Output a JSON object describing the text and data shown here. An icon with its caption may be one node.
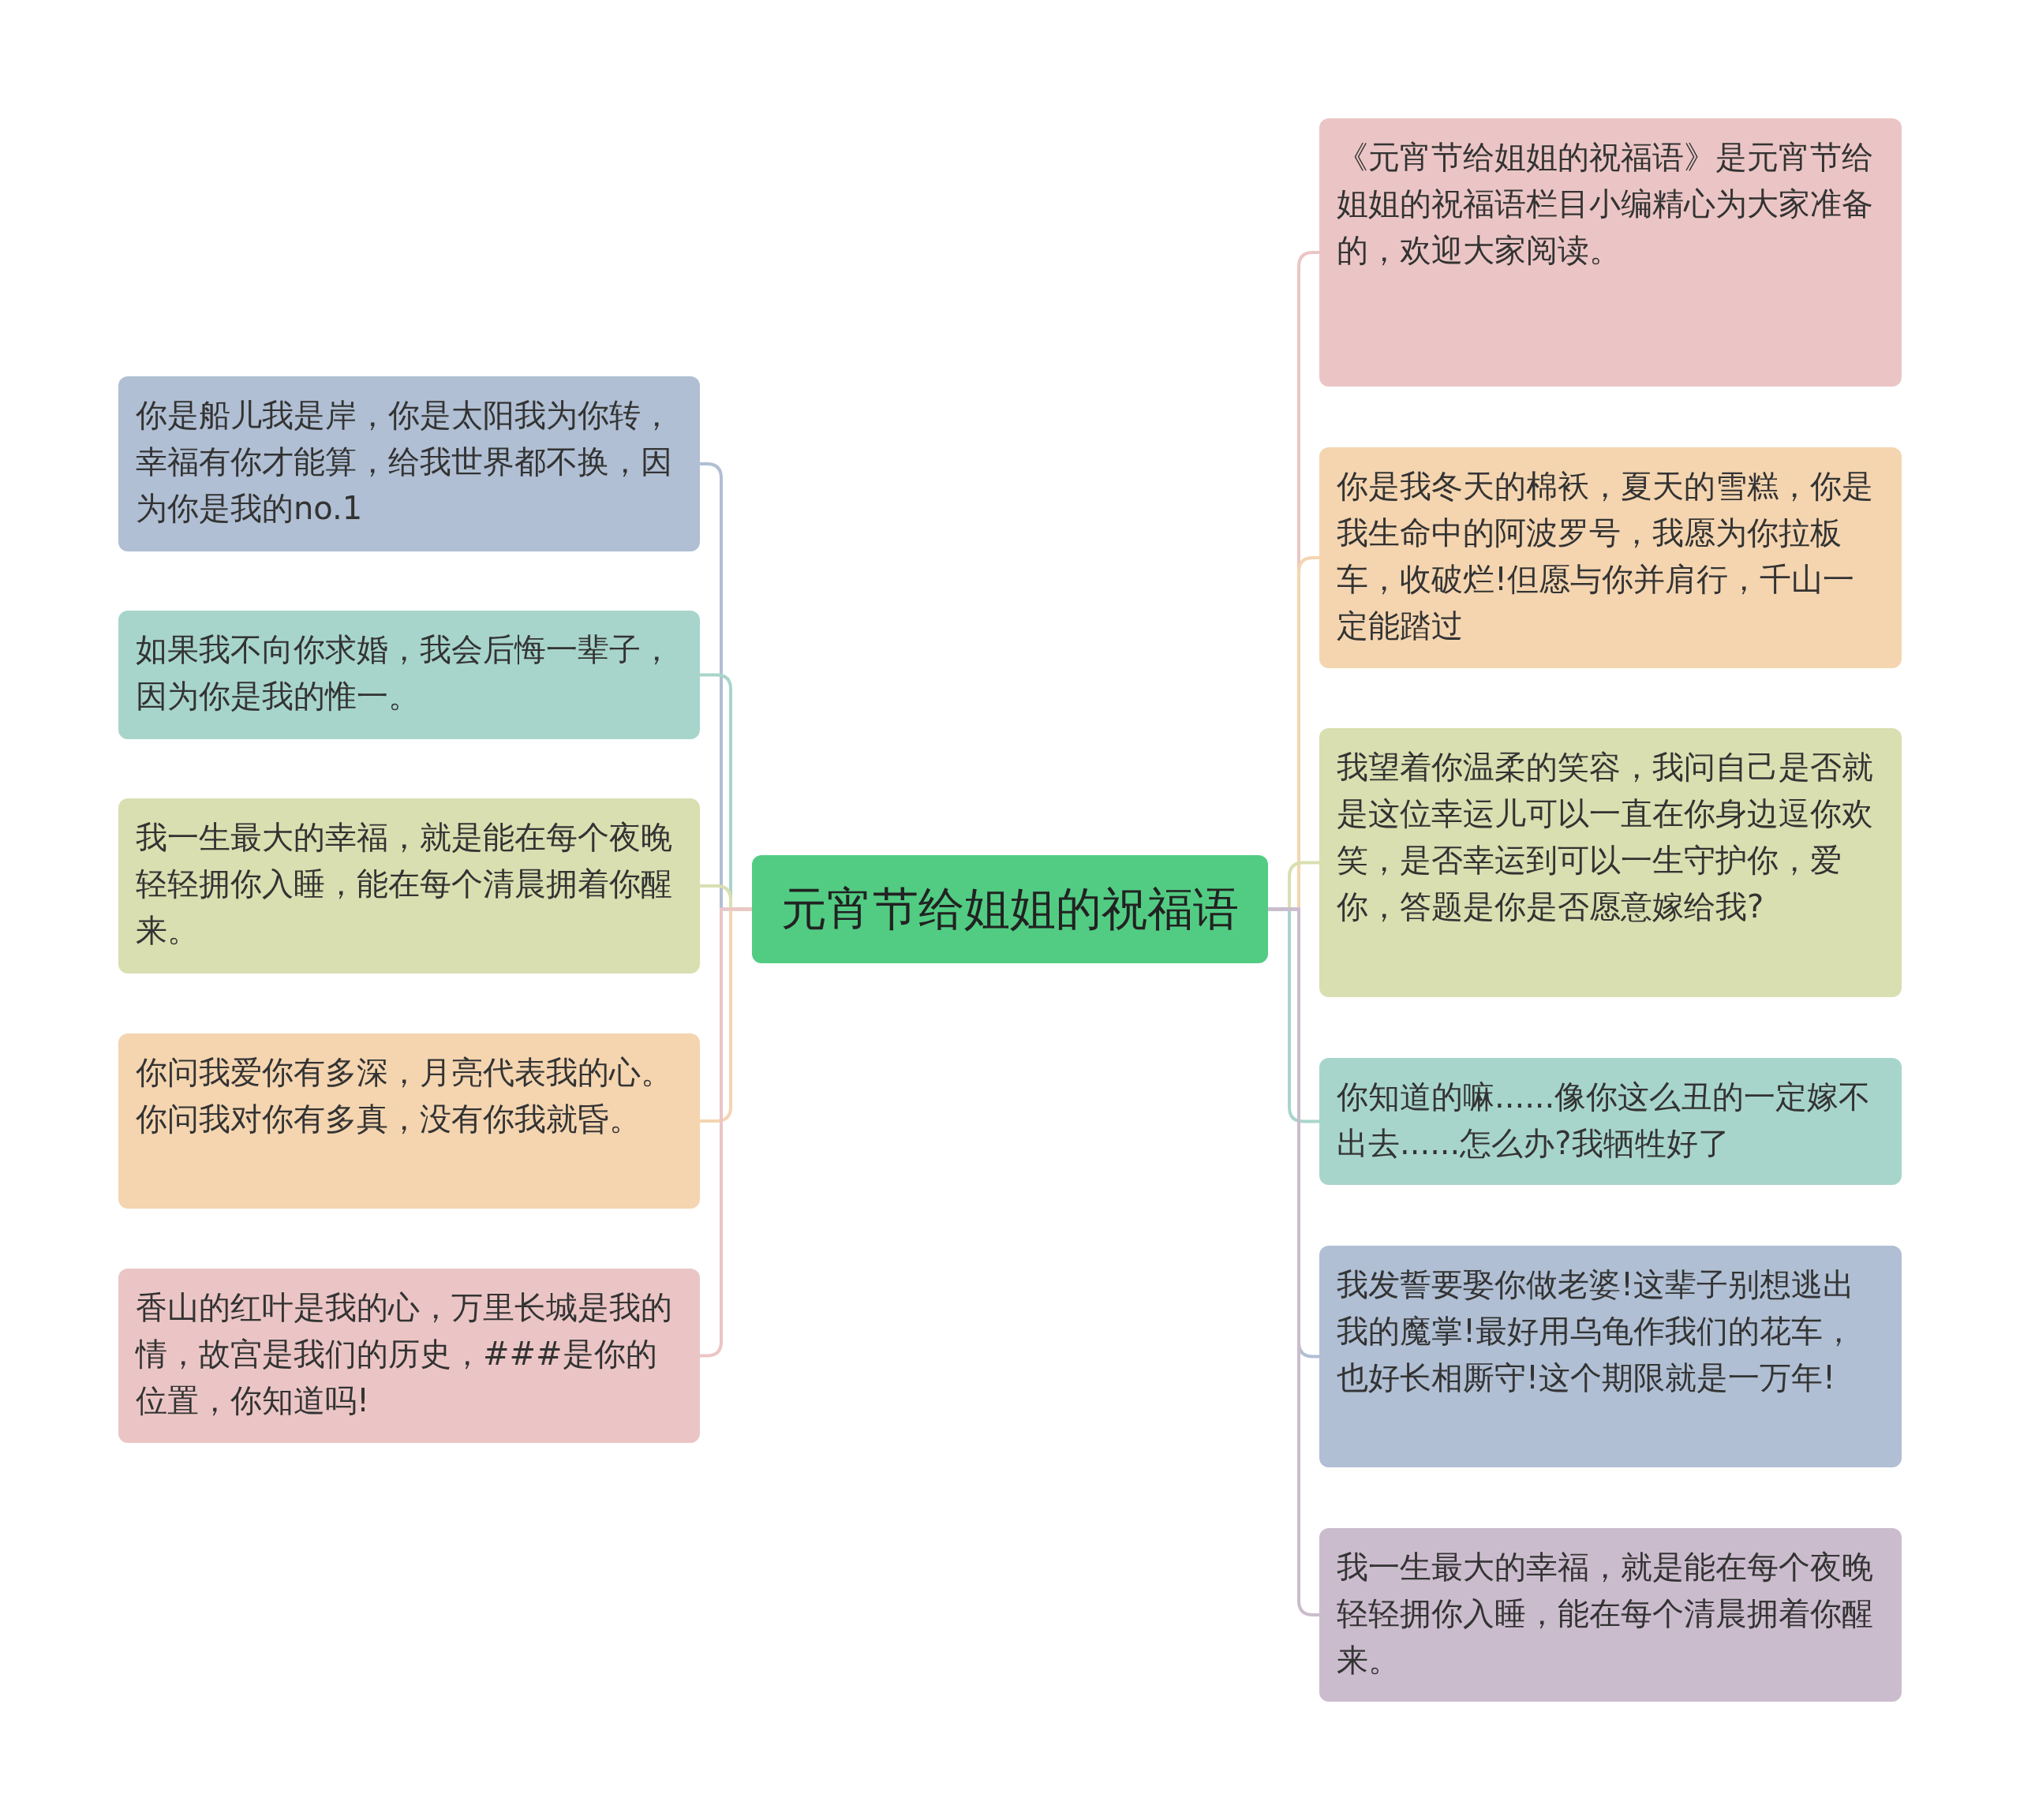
{
  "diagram": {
    "nodes": [
      {
        "text": [
          "元宵节给姐姐的祝福语"
        ]
      },
      {
        "text": [
          "你是船儿我是岸，你是太阳我为你转，幸福有你才能算，给我世界都不换，因为你是我的no.1"
        ]
      },
      {
        "text": [
          "如果我不向你求婚，我会后悔一辈子，因为你是我的惟一。"
        ]
      },
      {
        "text": [
          "我一生最大的幸福，就是能在每个夜晚轻轻拥你入睡，能在每个清晨拥着你醒来。"
        ]
      },
      {
        "text": [
          "你问我爱你有多深，月亮代表我的心。你问我对你有多真，没有你我就昏。"
        ]
      },
      {
        "text": [
          "香山的红叶是我的心，万里长城是我的情，故宫是我们的历史，###是你的位置，你知道吗!"
        ]
      },
      {
        "text": [
          "《元宵节给姐姐的祝福语》是元宵节给姐姐的祝福语栏目小编精心为大家准备的，欢迎大家阅读。"
        ]
      },
      {
        "text": [
          "你是我冬天的棉袄，夏天的雪糕，你是我生命中的阿波罗号，我愿为你拉板车，收破烂!但愿与你并肩行，千山一定能踏过"
        ]
      },
      {
        "text": [
          "我望着你温柔的笑容，我问自己是否就是这位幸运儿可以一直在你身边逗你欢笑，是否幸运到可以一生守护你，爱你，答题是你是否愿意嫁给我?"
        ]
      },
      {
        "text": [
          "你知道的嘛......像你这么丑的一定嫁不出去......怎么办?我牺牲好了"
        ]
      },
      {
        "text": [
          "我发誓要娶你做老婆!这辈子别想逃出我的魔掌!最好用乌龟作我们的花车，也好长相厮守!这个期限就是一万年!"
        ]
      },
      {
        "text": [
          "我一生最大的幸福，就是能在每个夜晚轻轻拥你入睡，能在每个清晨拥着你醒来。"
        ]
      }
    ],
    "edges": [
      {
        "from": 0,
        "to": 1,
        "arrow": "none",
        "color": "#b0bfd3"
      },
      {
        "from": 0,
        "to": 2,
        "arrow": "none",
        "color": "#a8d5cb"
      },
      {
        "from": 0,
        "to": 3,
        "arrow": "none",
        "color": "#d9dfb0"
      },
      {
        "from": 0,
        "to": 4,
        "arrow": "none",
        "color": "#f4d5b0"
      },
      {
        "from": 0,
        "to": 5,
        "arrow": "none",
        "color": "#ebc5c5"
      },
      {
        "from": 0,
        "to": 6,
        "arrow": "none",
        "color": "#ebc5c5"
      },
      {
        "from": 0,
        "to": 7,
        "arrow": "none",
        "color": "#f4d5b0"
      },
      {
        "from": 0,
        "to": 8,
        "arrow": "none",
        "color": "#d9dfb0"
      },
      {
        "from": 0,
        "to": 9,
        "arrow": "none",
        "color": "#a8d5cb"
      },
      {
        "from": 0,
        "to": 10,
        "arrow": "none",
        "color": "#b0bfd3"
      },
      {
        "from": 0,
        "to": 11,
        "arrow": "none",
        "color": "#cbbccd"
      }
    ]
  }
}
